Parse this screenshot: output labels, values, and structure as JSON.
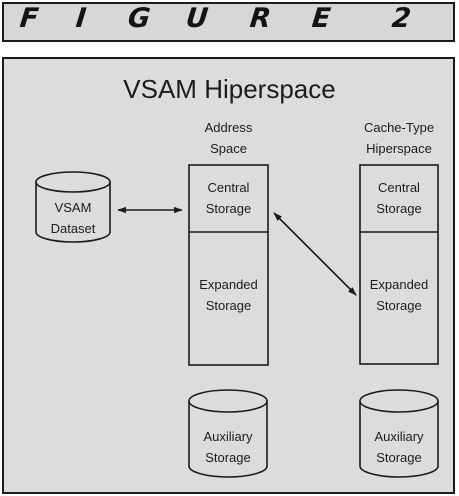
{
  "figure_header": {
    "letters": [
      "F",
      "I",
      "G",
      "U",
      "R",
      "E"
    ],
    "number": "2"
  },
  "diagram": {
    "title": "VSAM Hiperspace",
    "address_space": {
      "heading_line1": "Address",
      "heading_line2": "Space",
      "top_line1": "Central",
      "top_line2": "Storage",
      "bottom_line1": "Expanded",
      "bottom_line2": "Storage"
    },
    "hiperspace": {
      "heading_line1": "Cache-Type",
      "heading_line2": "Hiperspace",
      "top_line1": "Central",
      "top_line2": "Storage",
      "bottom_line1": "Expanded",
      "bottom_line2": "Storage"
    },
    "dataset": {
      "line1": "VSAM",
      "line2": "Dataset"
    },
    "auxiliary_left": {
      "line1": "Auxiliary",
      "line2": "Storage"
    },
    "auxiliary_right": {
      "line1": "Auxiliary",
      "line2": "Storage"
    },
    "colors": {
      "panel_fill": "#dcdcdc",
      "header_fill": "#d7d7d7",
      "line": "#1a1a1a"
    }
  }
}
